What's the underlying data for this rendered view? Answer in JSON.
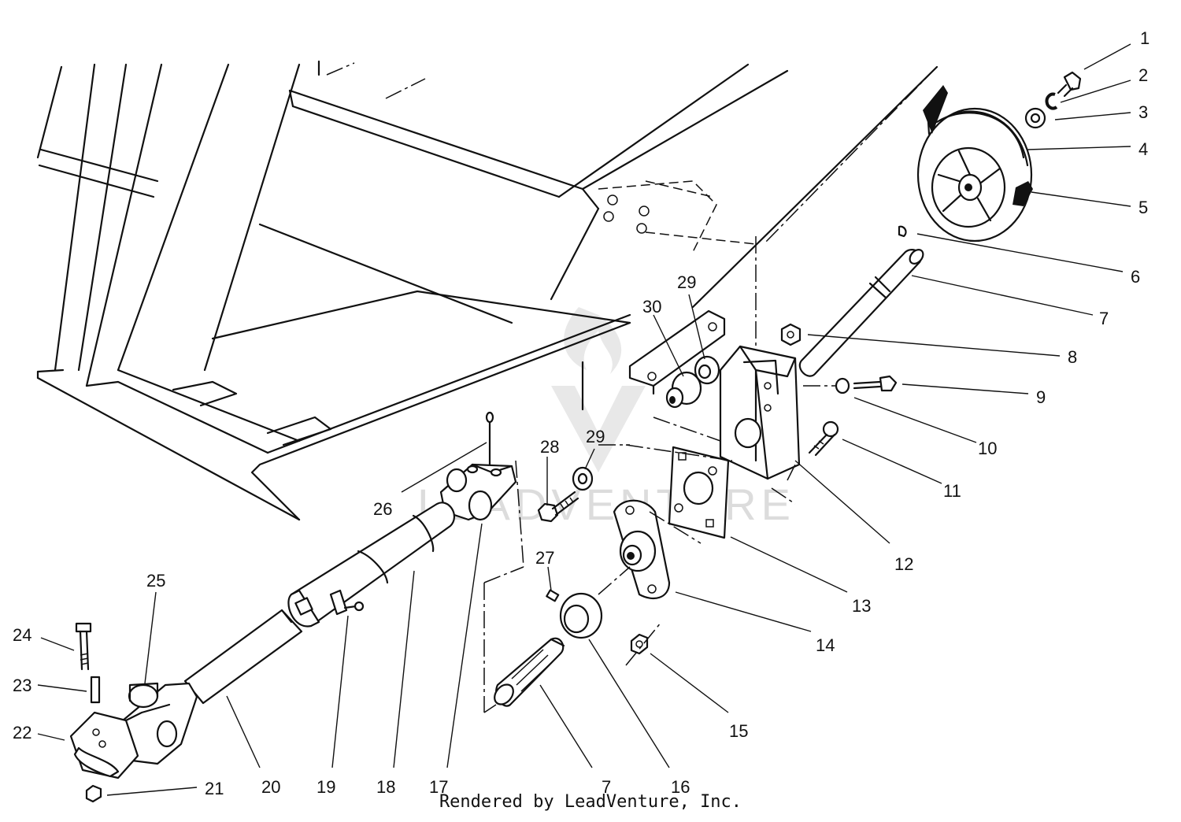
{
  "diagram": {
    "callouts": [
      "1",
      "2",
      "3",
      "4",
      "5",
      "6",
      "7",
      "8",
      "9",
      "10",
      "11",
      "12",
      "13",
      "14",
      "15",
      "16",
      "7",
      "17",
      "18",
      "19",
      "20",
      "21",
      "22",
      "23",
      "24",
      "25",
      "26",
      "27",
      "28",
      "29",
      "29",
      "30"
    ]
  },
  "watermark": {
    "text": "LEADVENTURE"
  },
  "footer": {
    "credit": "Rendered by LeadVenture, Inc."
  }
}
